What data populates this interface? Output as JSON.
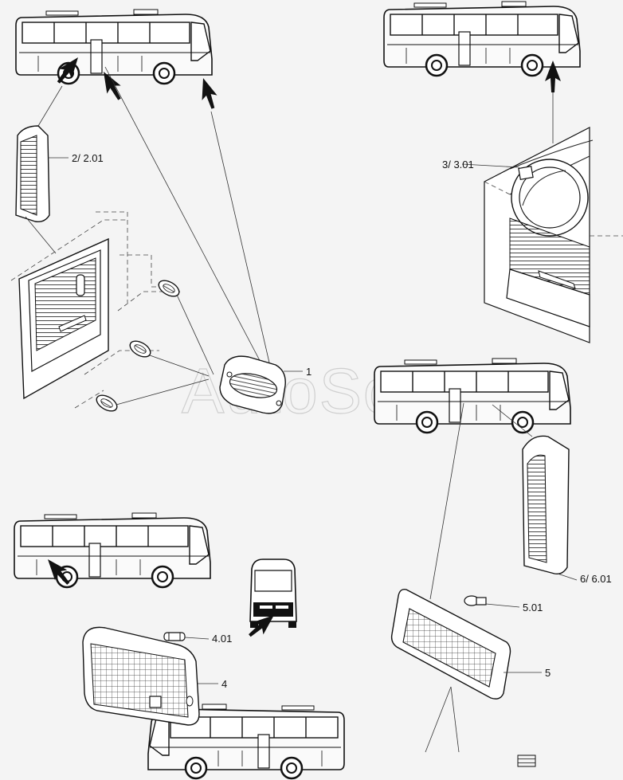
{
  "watermark": "AutoSoft",
  "callouts": {
    "c1": "1",
    "c2": "2/ 2.01",
    "c3": "3/ 3.01",
    "c4": "4",
    "c401": "4.01",
    "c5": "5",
    "c501": "5.01",
    "c6": "6/ 6.01"
  }
}
